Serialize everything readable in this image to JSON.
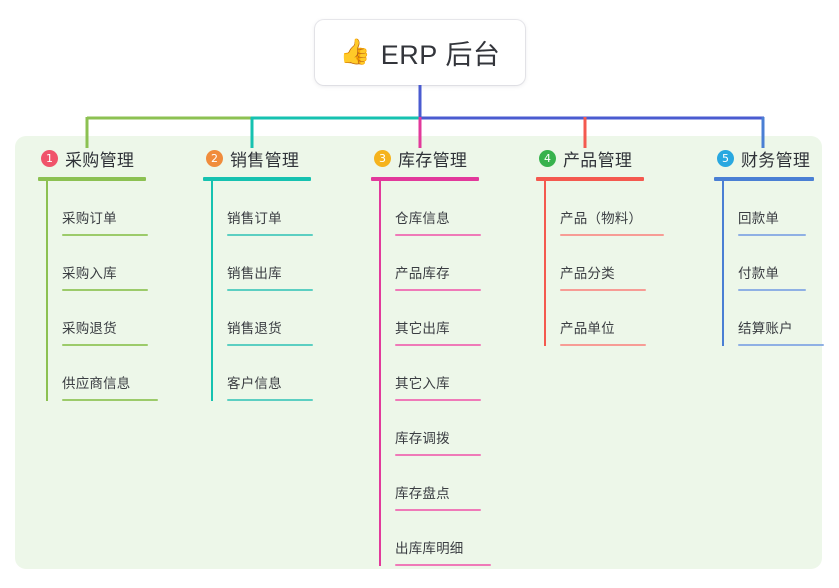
{
  "root": {
    "icon": "thumbs-up-icon",
    "icon_glyph": "👍",
    "title": "ERP 后台"
  },
  "colors": {
    "panel_background": "#edf7e9",
    "page_background": "#ffffff",
    "bus_green": "#7dc04c",
    "bus_teal": "#16c2b0",
    "bus_blue": "#4a5bd0",
    "drop_green": "#7dc04c",
    "drop_teal": "#16c2b0",
    "drop_pink": "#e8449a",
    "drop_red": "#f45b5b",
    "drop_blue": "#4a7fd4",
    "root_drop": "#4a5bd0"
  },
  "columns": [
    {
      "number": "1",
      "title": "采购管理",
      "badge_color": "#f0536a",
      "line_color": "#8cc152",
      "leaf_line_color": "#9ccb6a",
      "items": [
        "采购订单",
        "采购入库",
        "采购退货",
        "供应商信息"
      ]
    },
    {
      "number": "2",
      "title": "销售管理",
      "badge_color": "#f08c3c",
      "line_color": "#16c2b0",
      "leaf_line_color": "#5ccfc2",
      "items": [
        "销售订单",
        "销售出库",
        "销售退货",
        "客户信息"
      ]
    },
    {
      "number": "3",
      "title": "库存管理",
      "badge_color": "#f5b31d",
      "line_color": "#e2399b",
      "leaf_line_color": "#ef7ab8",
      "items": [
        "仓库信息",
        "产品库存",
        "其它出库",
        "其它入库",
        "库存调拨",
        "库存盘点",
        "出库库明细"
      ]
    },
    {
      "number": "4",
      "title": "产品管理",
      "badge_color": "#37b24d",
      "line_color": "#f4594f",
      "leaf_line_color": "#f79c95",
      "items": [
        "产品（物料）",
        "产品分类",
        "产品单位"
      ]
    },
    {
      "number": "5",
      "title": "财务管理",
      "badge_color": "#29a8e0",
      "line_color": "#4a7fd4",
      "leaf_line_color": "#8fb0e4",
      "items": [
        "回款单",
        "付款单",
        "结算账户"
      ]
    }
  ]
}
